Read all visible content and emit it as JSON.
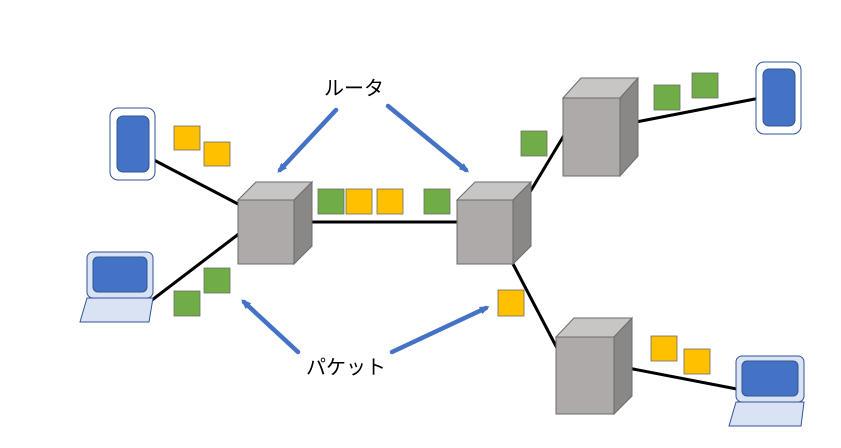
{
  "labels": {
    "router": "ルータ",
    "packet": "パケット"
  },
  "colors": {
    "line": "#000000",
    "arrow": "#4472C4",
    "packet_green": "#70AD47",
    "packet_yellow": "#FFC000",
    "router_front": "#AEAAAA",
    "router_top": "#C8C5C5",
    "router_side": "#8A8787",
    "device_blue": "#4472C4",
    "device_frame": "#DAE3F3",
    "device_outline": "#2F5597"
  },
  "nodes": {
    "routers": [
      "router-left",
      "router-center",
      "router-top-right",
      "router-bottom-right"
    ],
    "devices": [
      "phone-top-left",
      "laptop-bottom-left",
      "phone-top-right",
      "laptop-bottom-right"
    ]
  },
  "packets": [
    {
      "color": "yellow",
      "near": "phone-top-left"
    },
    {
      "color": "yellow",
      "near": "phone-top-left"
    },
    {
      "color": "green",
      "near": "laptop-bottom-left"
    },
    {
      "color": "green",
      "near": "laptop-bottom-left"
    },
    {
      "color": "green",
      "near": "link-left-center"
    },
    {
      "color": "yellow",
      "near": "link-left-center"
    },
    {
      "color": "yellow",
      "near": "link-left-center"
    },
    {
      "color": "green",
      "near": "link-left-center"
    },
    {
      "color": "green",
      "near": "router-top-right"
    },
    {
      "color": "green",
      "near": "phone-top-right"
    },
    {
      "color": "green",
      "near": "phone-top-right"
    },
    {
      "color": "yellow",
      "near": "router-bottom-right"
    },
    {
      "color": "yellow",
      "near": "laptop-bottom-right"
    },
    {
      "color": "yellow",
      "near": "laptop-bottom-right"
    }
  ]
}
